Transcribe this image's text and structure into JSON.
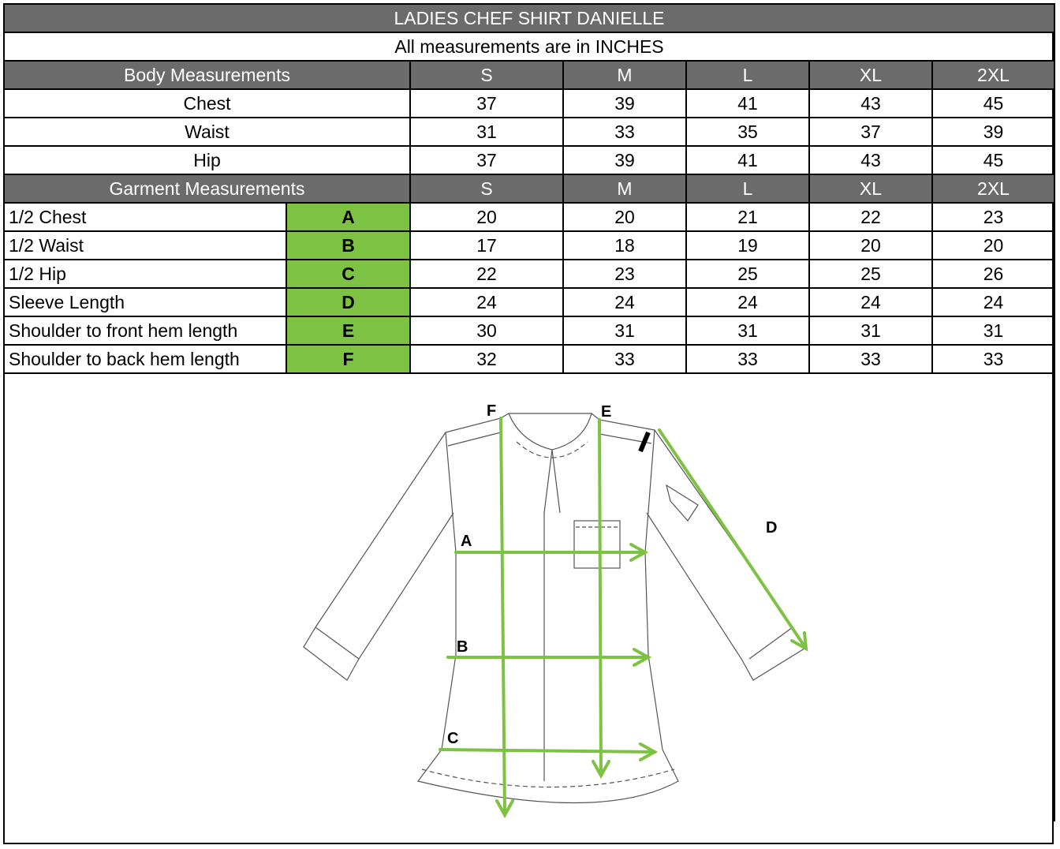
{
  "title": "LADIES CHEF SHIRT DANIELLE",
  "subtitle": "All measurements are in INCHES",
  "sizes": [
    "S",
    "M",
    "L",
    "XL",
    "2XL"
  ],
  "body": {
    "header": "Body Measurements",
    "rows": [
      {
        "label": "Chest",
        "values": [
          "37",
          "39",
          "41",
          "43",
          "45"
        ]
      },
      {
        "label": "Waist",
        "values": [
          "31",
          "33",
          "35",
          "37",
          "39"
        ]
      },
      {
        "label": "Hip",
        "values": [
          "37",
          "39",
          "41",
          "43",
          "45"
        ]
      }
    ]
  },
  "garment": {
    "header": "Garment Measurements",
    "rows": [
      {
        "label": "1/2 Chest",
        "code": "A",
        "values": [
          "20",
          "20",
          "21",
          "22",
          "23"
        ]
      },
      {
        "label": "1/2 Waist",
        "code": "B",
        "values": [
          "17",
          "18",
          "19",
          "20",
          "20"
        ]
      },
      {
        "label": "1/2 Hip",
        "code": "C",
        "values": [
          "22",
          "23",
          "25",
          "25",
          "26"
        ]
      },
      {
        "label": "Sleeve Length",
        "code": "D",
        "values": [
          "24",
          "24",
          "24",
          "24",
          "24"
        ]
      },
      {
        "label": "Shoulder to front hem length",
        "code": "E",
        "values": [
          "30",
          "31",
          "31",
          "31",
          "31"
        ]
      },
      {
        "label": "Shoulder to back hem length",
        "code": "F",
        "values": [
          "32",
          "33",
          "33",
          "33",
          "33"
        ]
      }
    ]
  },
  "diagram": {
    "labels": {
      "A": "A",
      "B": "B",
      "C": "C",
      "D": "D",
      "E": "E",
      "F": "F"
    }
  },
  "colors": {
    "header": "#6b6b6b",
    "code": "#7dc242",
    "arrow": "#7dc242"
  }
}
